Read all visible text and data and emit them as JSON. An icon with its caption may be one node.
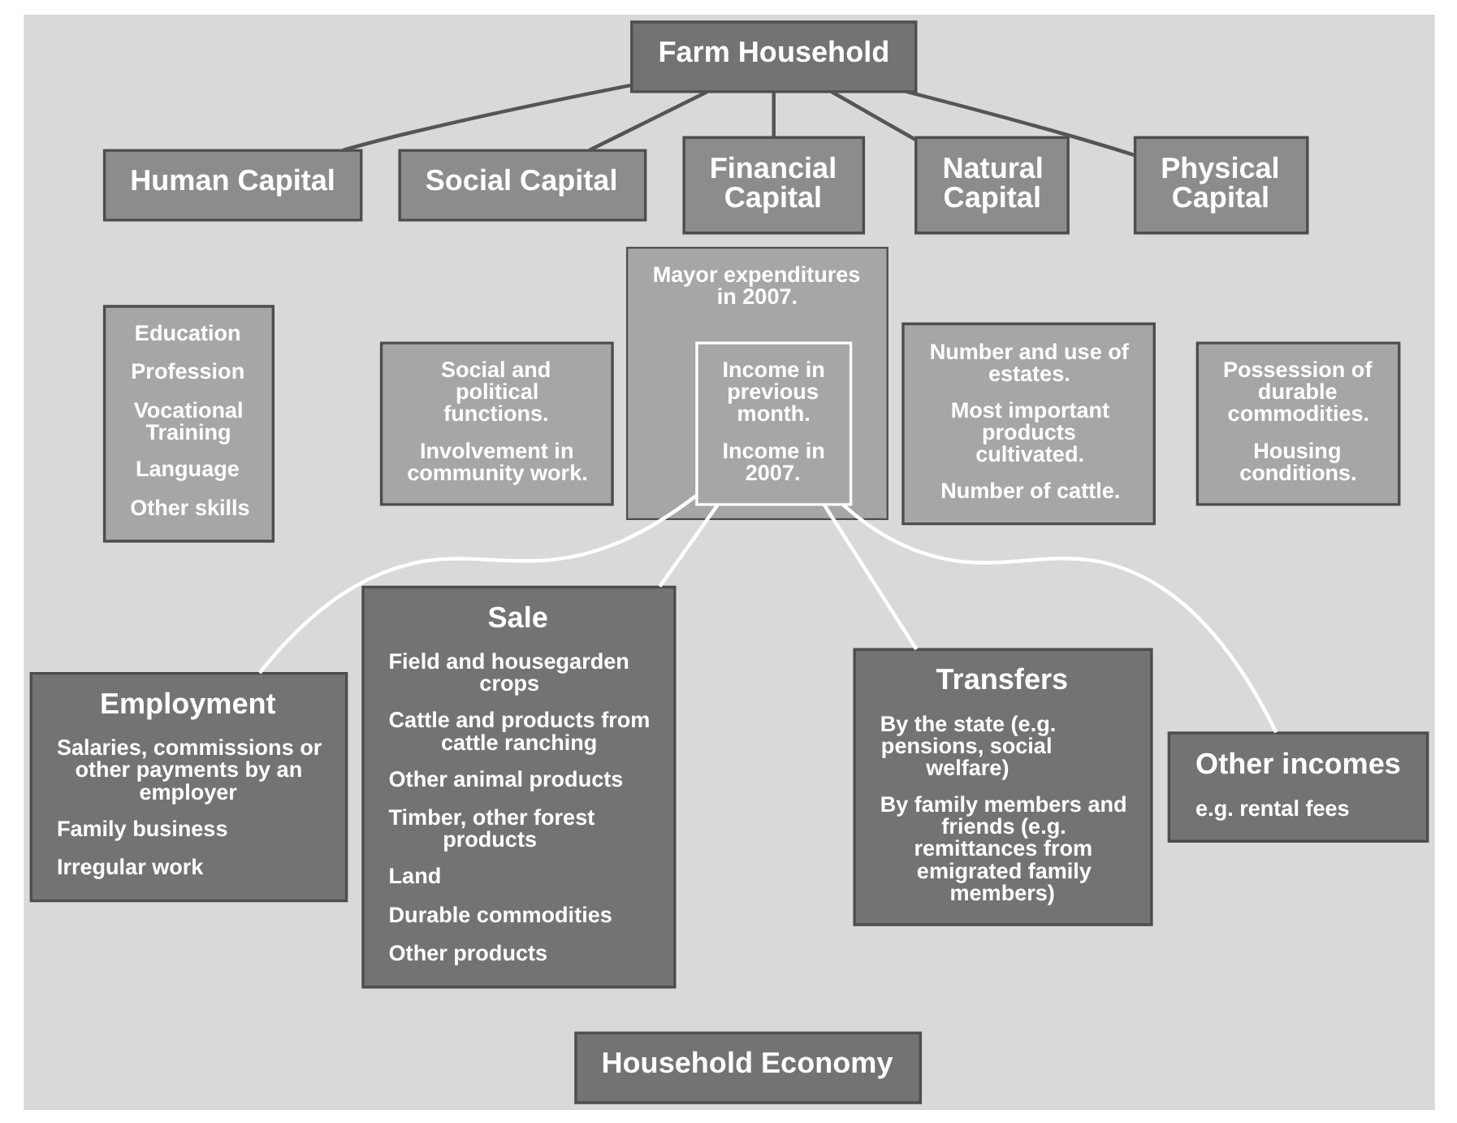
{
  "diagram": {
    "nodes": [
      {
        "text": [
          "Farm Household"
        ]
      },
      {
        "text": [
          "Human Capital"
        ]
      },
      {
        "text": [
          "Social Capital"
        ]
      },
      {
        "text": [
          "Natural Capital"
        ]
      },
      {
        "text": [
          "Physical Capital"
        ]
      },
      {
        "text": [
          "Financial Capital"
        ]
      },
      {
        "text": [
          "Education",
          "Profession",
          "Vocational Training",
          "Language",
          "Other skills"
        ]
      },
      {
        "text": [
          "Social and political functions.",
          "Involvement in community work."
        ]
      },
      {
        "text": [
          "Number and use of estates.",
          "Most important products cultivated.",
          "Number of cattle."
        ]
      },
      {
        "text": [
          "Possession of durable commodities.",
          "Housing conditions."
        ]
      },
      {
        "text": [
          "Mayor expenditures in 2007."
        ]
      },
      {
        "text": [
          "Income in previous month.",
          "Income in 2007."
        ],
        "in": 10
      },
      {
        "text": [
          "Employment",
          "Salaries, commissions or other payments by an employer",
          "Family business",
          "Irregular work"
        ]
      },
      {
        "text": [
          "Sale",
          "Field and housegarden crops",
          "Cattle and products from cattle ranching",
          "Other animal products",
          "Timber, other forest products",
          "Land",
          "Durable commodities",
          "Other products"
        ]
      },
      {
        "text": [
          "Transfers",
          "By the state (e.g. pensions, social welfare)",
          "By family members and friends (e.g. remittances from emigrated family members)"
        ]
      },
      {
        "text": [
          "Other incomes",
          "e.g. rental fees"
        ]
      },
      {
        "text": [
          "Household Economy"
        ]
      }
    ],
    "edges": [
      {
        "from": 0,
        "to": 1,
        "arrow": "none"
      },
      {
        "from": 0,
        "to": 2,
        "arrow": "none"
      },
      {
        "from": 0,
        "to": 3,
        "arrow": "none"
      },
      {
        "from": 0,
        "to": 4,
        "arrow": "none"
      },
      {
        "from": 0,
        "to": 5,
        "arrow": "none"
      },
      {
        "from": 11,
        "to": 12,
        "arrow": "none",
        "color": "#ffffff"
      },
      {
        "from": 11,
        "to": 13,
        "arrow": "none",
        "color": "#ffffff"
      },
      {
        "from": 11,
        "to": 14,
        "arrow": "none",
        "color": "#ffffff"
      },
      {
        "from": 11,
        "to": 15,
        "arrow": "none",
        "color": "#ffffff"
      }
    ]
  }
}
